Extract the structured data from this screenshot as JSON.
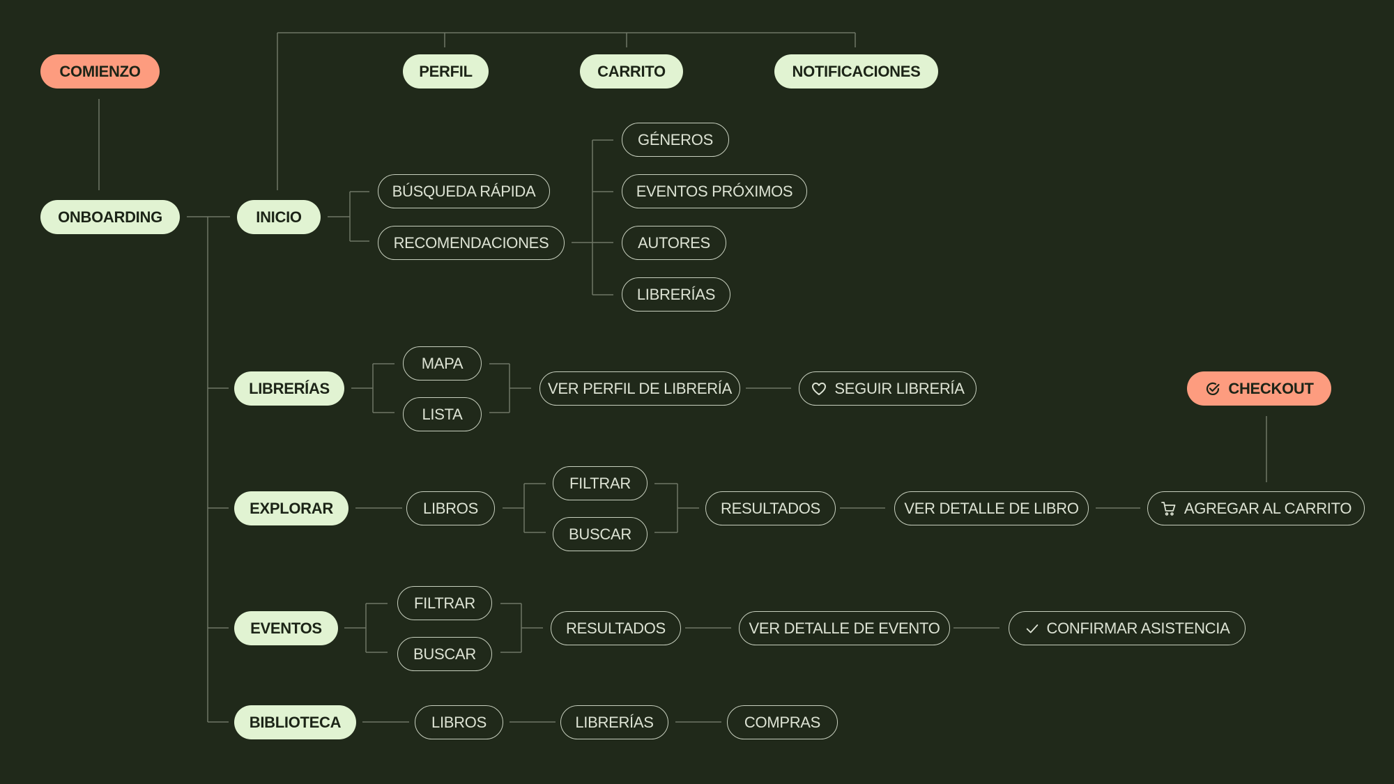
{
  "colors": {
    "background": "#20291a",
    "main_node": "#e1f3d2",
    "accent_node": "#fd9c7f",
    "outline": "#c8d0bf",
    "connector": "#6f7766"
  },
  "nodes": {
    "comienzo": "COMIENZO",
    "onboarding": "ONBOARDING",
    "inicio": "INICIO",
    "perfil": "PERFIL",
    "carrito": "CARRITO",
    "notificaciones": "NOTIFICACIONES",
    "busqueda_rapida": "BÚSQUEDA RÁPIDA",
    "recomendaciones": "RECOMENDACIONES",
    "generos": "GÉNEROS",
    "eventos_proximos": "EVENTOS PRÓXIMOS",
    "autores": "AUTORES",
    "librerias_reco": "LIBRERÍAS",
    "librerias": "LIBRERÍAS",
    "mapa": "MAPA",
    "lista": "LISTA",
    "ver_perfil_libreria": "VER PERFIL DE LIBRERÍA",
    "seguir_libreria": "SEGUIR LIBRERÍA",
    "checkout": "CHECKOUT",
    "explorar": "EXPLORAR",
    "explorar_libros": "LIBROS",
    "explorar_filtrar": "FILTRAR",
    "explorar_buscar": "BUSCAR",
    "explorar_resultados": "RESULTADOS",
    "ver_detalle_libro": "VER DETALLE DE LIBRO",
    "agregar_carrito": "AGREGAR AL CARRITO",
    "eventos": "EVENTOS",
    "eventos_filtrar": "FILTRAR",
    "eventos_buscar": "BUSCAR",
    "eventos_resultados": "RESULTADOS",
    "ver_detalle_evento": "VER DETALLE DE EVENTO",
    "confirmar_asistencia": "CONFIRMAR ASISTENCIA",
    "biblioteca": "BIBLIOTECA",
    "biblioteca_libros": "LIBROS",
    "biblioteca_librerias": "LIBRERÍAS",
    "compras": "COMPRAS"
  },
  "icons": {
    "seguir_libreria": "heart-icon",
    "checkout": "check-circle-icon",
    "agregar_carrito": "cart-icon",
    "confirmar_asistencia": "check-icon"
  }
}
